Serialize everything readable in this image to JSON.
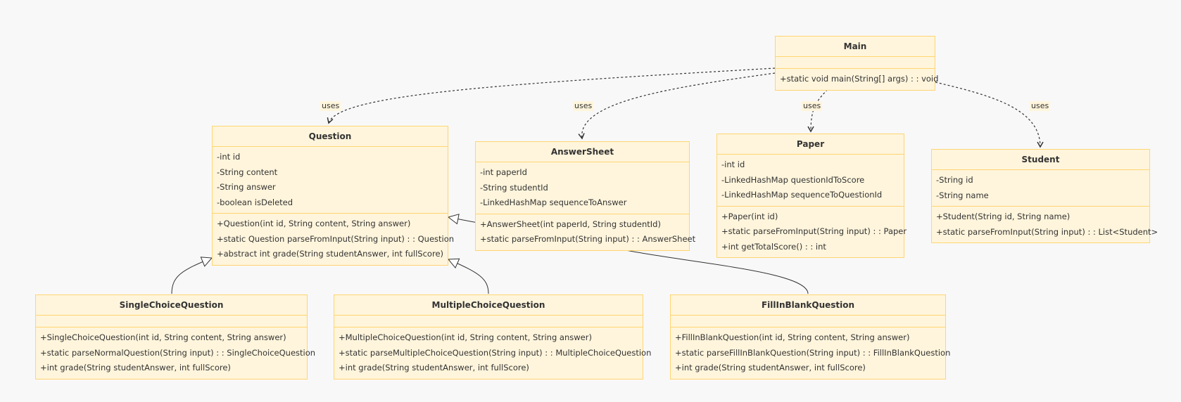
{
  "relation_label": "uses",
  "classes": {
    "main": {
      "name": "Main",
      "attributes": [],
      "methods": [
        "+static void main(String[] args) : : void"
      ]
    },
    "question": {
      "name": "Question",
      "attributes": [
        "-int id",
        "-String content",
        "-String answer",
        "-boolean isDeleted"
      ],
      "methods": [
        "+Question(int id, String content, String answer)",
        "+static Question parseFromInput(String input) : : Question",
        "+abstract int grade(String studentAnswer, int fullScore)"
      ]
    },
    "answersheet": {
      "name": "AnswerSheet",
      "attributes": [
        "-int paperId",
        "-String studentId",
        "-LinkedHashMap sequenceToAnswer"
      ],
      "methods": [
        "+AnswerSheet(int paperId, String studentId)",
        "+static parseFromInput(String input) : : AnswerSheet"
      ]
    },
    "paper": {
      "name": "Paper",
      "attributes": [
        "-int id",
        "-LinkedHashMap questionIdToScore",
        "-LinkedHashMap sequenceToQuestionId"
      ],
      "methods": [
        "+Paper(int id)",
        "+static parseFromInput(String input) : : Paper",
        "+int getTotalScore() : : int"
      ]
    },
    "student": {
      "name": "Student",
      "attributes": [
        "-String id",
        "-String name"
      ],
      "methods": [
        "+Student(String id, String name)",
        "+static parseFromInput(String input) : : List<Student>"
      ]
    },
    "single": {
      "name": "SingleChoiceQuestion",
      "attributes": [],
      "methods": [
        "+SingleChoiceQuestion(int id, String content, String answer)",
        "+static parseNormalQuestion(String input) : : SingleChoiceQuestion",
        "+int grade(String studentAnswer, int fullScore)"
      ]
    },
    "multiple": {
      "name": "MultipleChoiceQuestion",
      "attributes": [],
      "methods": [
        "+MultipleChoiceQuestion(int id, String content, String answer)",
        "+static parseMultipleChoiceQuestion(String input) : : MultipleChoiceQuestion",
        "+int grade(String studentAnswer, int fullScore)"
      ]
    },
    "fillin": {
      "name": "FillInBlankQuestion",
      "attributes": [],
      "methods": [
        "+FillInBlankQuestion(int id, String content, String answer)",
        "+static parseFillInBlankQuestion(String input) : : FillInBlankQuestion",
        "+int grade(String studentAnswer, int fullScore)"
      ]
    }
  }
}
